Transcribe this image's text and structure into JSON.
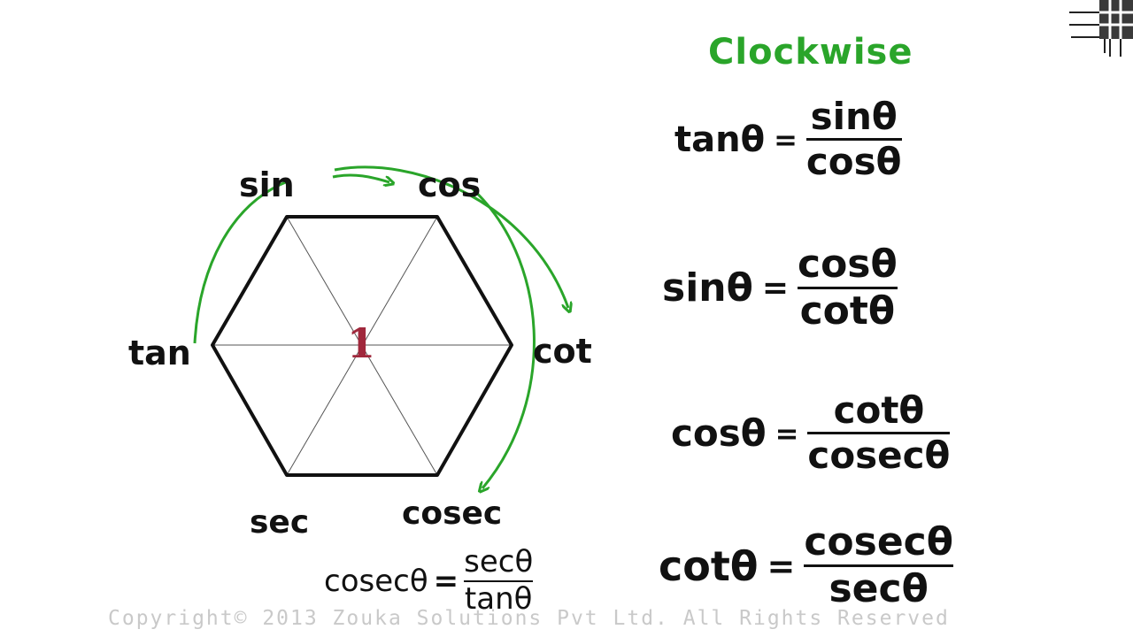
{
  "title": "Clockwise",
  "hexagon": {
    "center_value": "1",
    "labels": {
      "top_left": "sin",
      "top_right": "cos",
      "left": "tan",
      "right": "cot",
      "bottom_left": "sec",
      "bottom_right": "cosec"
    }
  },
  "equations": [
    {
      "lhs": "tanθ",
      "num": "sinθ",
      "den": "cosθ"
    },
    {
      "lhs": "sinθ",
      "num": "cosθ",
      "den": "cotθ"
    },
    {
      "lhs": "cosθ",
      "num": "cotθ",
      "den": "cosecθ"
    },
    {
      "lhs": "cotθ",
      "num": "cosecθ",
      "den": "secθ"
    },
    {
      "lhs": "cosecθ",
      "num": "secθ",
      "den": "tanθ"
    }
  ],
  "equals_sign": "=",
  "copyright": "Copyright© 2013 Zouka Solutions Pvt Ltd. All Rights Reserved",
  "colors": {
    "arrow": "#2aa52a",
    "title": "#2aa52a",
    "center": "#a0283c",
    "ink": "#111111"
  }
}
